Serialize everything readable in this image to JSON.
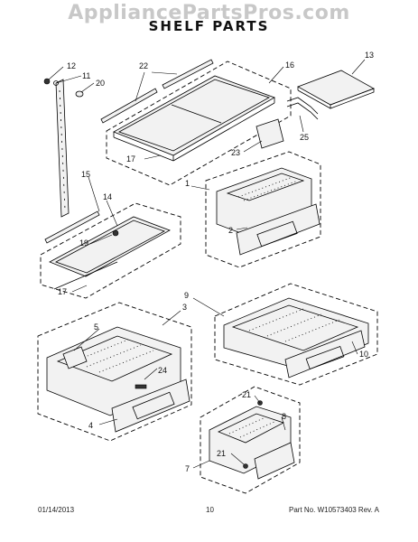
{
  "watermark": "AppliancePartsPros.com",
  "title": "SHELF PARTS",
  "footer": {
    "date": "01/14/2013",
    "page": "10",
    "part_no": "Part No. W10573403  Rev. A"
  },
  "callouts": {
    "c1": "1",
    "c2": "2",
    "c3": "3",
    "c4": "4",
    "c5": "5",
    "c7": "7",
    "c8": "8",
    "c9": "9",
    "c10": "10",
    "c11": "11",
    "c12": "12",
    "c13": "13",
    "c14": "14",
    "c15": "15",
    "c16": "16",
    "c17a": "17",
    "c17b": "17",
    "c19": "19",
    "c20": "20",
    "c21a": "21",
    "c21b": "21",
    "c22": "22",
    "c23": "23",
    "c24": "24",
    "c25": "25"
  }
}
